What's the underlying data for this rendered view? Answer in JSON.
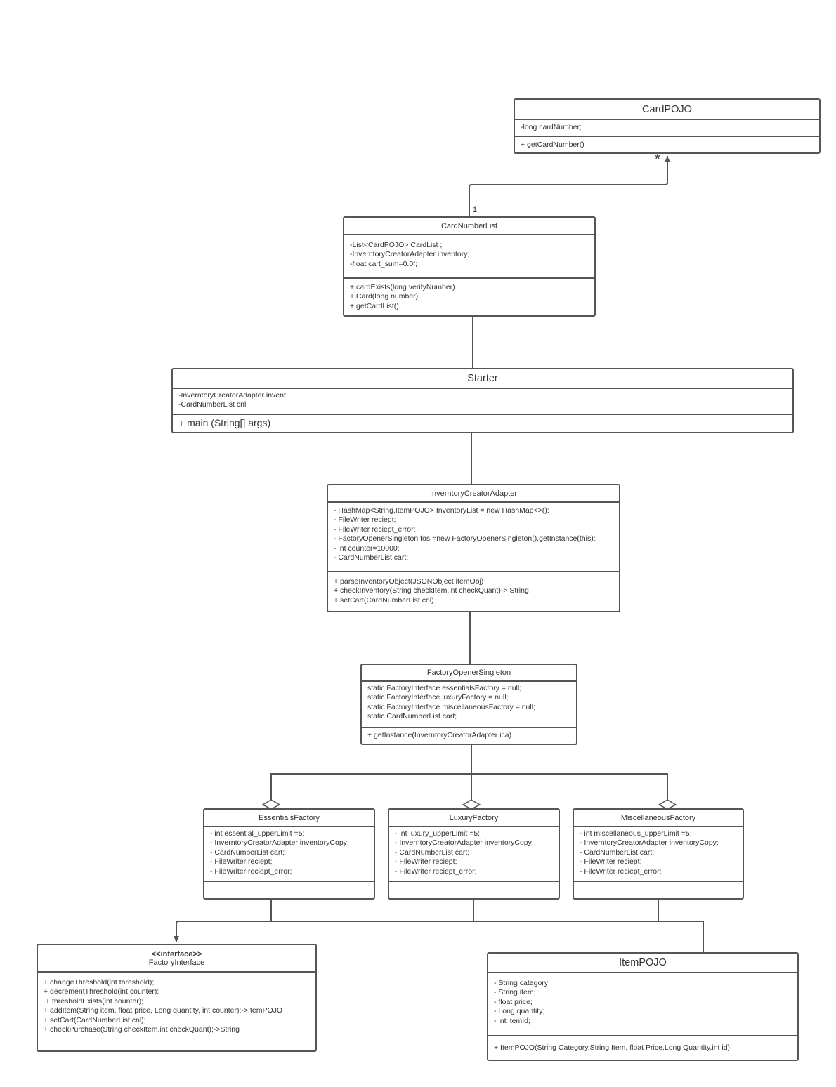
{
  "colors": {
    "stroke": "#555555",
    "text": "#333333",
    "background": "#ffffff"
  },
  "classes": {
    "card_pojo": {
      "name": "CardPOJO",
      "attributes": [
        "-long cardNumber;"
      ],
      "methods": [
        "+ getCardNumber()"
      ]
    },
    "card_number_list": {
      "name": "CardNumberList",
      "attributes": [
        "-List<CardPOJO> CardList ;",
        "-InverntoryCreatorAdapter inventory;",
        "-float cart_sum=0.0f;"
      ],
      "methods": [
        "+ cardExists(long verifyNumber)",
        "+ Card(long number)",
        "+ getCardList()"
      ]
    },
    "starter": {
      "name": "Starter",
      "attributes": [
        "-InverntoryCreatorAdapter invent",
        "-CardNumberList cnl"
      ],
      "methods": [
        "+ main (String[] args)"
      ]
    },
    "inventory_creator_adapter": {
      "name": "InverntoryCreatorAdapter",
      "attributes": [
        "- HashMap<String,ItemPOJO> InventoryList = new HashMap<>();",
        "- FileWriter reciept;",
        "- FileWriter reciept_error;",
        "- FactoryOpenerSingleton fos =new FactoryOpenerSingleton().getInstance(this);",
        "- int counter=10000;",
        "- CardNumberList cart;"
      ],
      "methods": [
        "+ parseInventoryObject(JSONObject itemObj)",
        "+ checkInventory(String checkItem,int checkQuant)-> String",
        "+ setCart(CardNumberList cnl)"
      ]
    },
    "factory_opener_singleton": {
      "name": "FactoryOpenerSingleton",
      "attributes": [
        "static FactoryInterface essentialsFactory = null;",
        "static FactoryInterface luxuryFactory = null;",
        "static FactoryInterface miscellaneousFactory = null;",
        "static CardNumberList cart;"
      ],
      "methods": [
        "+ getInstance(InverntoryCreatorAdapter ica)"
      ]
    },
    "essentials_factory": {
      "name": "EssentialsFactory",
      "attributes": [
        "- int essential_upperLimit =5;",
        "- InverntoryCreatorAdapter inventoryCopy;",
        "- CardNumberList cart;",
        "- FileWriter reciept;",
        "- FileWriter reciept_error;"
      ],
      "methods": []
    },
    "luxury_factory": {
      "name": "LuxuryFactory",
      "attributes": [
        "- int luxury_upperLimit =5;",
        "- InverntoryCreatorAdapter inventoryCopy;",
        "- CardNumberList cart;",
        "- FileWriter reciept;",
        "- FileWriter reciept_error;"
      ],
      "methods": []
    },
    "miscellaneous_factory": {
      "name": "MiscellaneousFactory",
      "attributes": [
        "- int miscellaneous_upperLimit =5;",
        "- InverntoryCreatorAdapter inventoryCopy;",
        "- CardNumberList cart;",
        "- FileWriter reciept;",
        "- FileWriter reciept_error;"
      ],
      "methods": []
    },
    "factory_interface": {
      "stereotype": "<<interface>>",
      "name": "FactoryInterface",
      "methods": [
        "+ changeThreshold(int threshold);",
        "+ decrementThreshold(int counter);",
        " + thresholdExists(int counter);",
        "+ addItem(String item, float price, Long quantity, int counter);->ItemPOJO",
        "+ setCart(CardNumberList cnl);",
        "+ checkPurchase(String checkItem,int checkQuant);->String"
      ]
    },
    "item_pojo": {
      "name": "ItemPOJO",
      "attributes": [
        "- String category;",
        "- String item;",
        "- float price;",
        "- Long quantity;",
        "- int itemId;"
      ],
      "methods": [
        "+ ItemPOJO(String Category,String Item, float Price,Long Quantity,int id)"
      ]
    }
  },
  "multiplicities": {
    "cardlist_to_cardpojo_many": "*",
    "cardlist_to_cardpojo_one": "1"
  }
}
